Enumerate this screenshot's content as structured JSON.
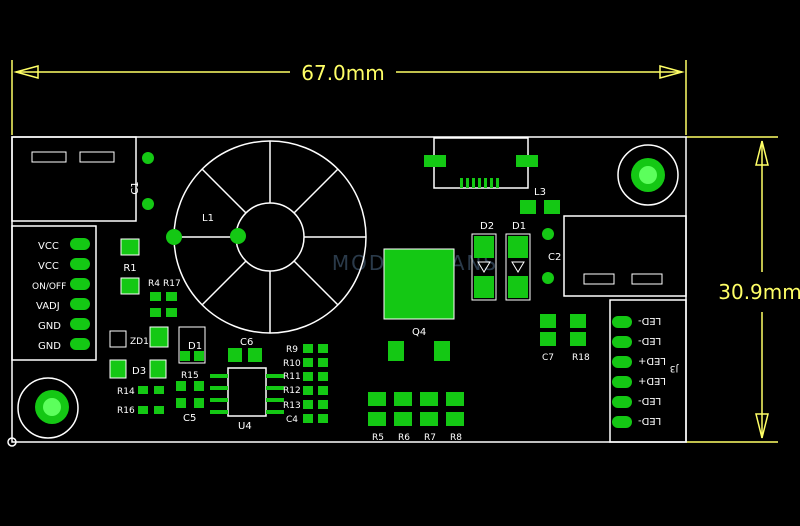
{
  "dimensions": {
    "width": "67.0mm",
    "height": "30.9mm"
  },
  "watermark": "MODULE FANS",
  "left_connector": {
    "pins": [
      "VCC",
      "VCC",
      "ON/OFF",
      "VADJ",
      "GND",
      "GND"
    ]
  },
  "right_connector": {
    "pins": [
      "LED-",
      "LED-",
      "LED+",
      "LED+",
      "LED-",
      "LED-"
    ],
    "label": "J3"
  },
  "refs": {
    "C1": "C1",
    "L1": "L1",
    "R1": "R1",
    "R4": "R4",
    "R17": "R17",
    "ZD1": "ZD1",
    "D1_left": "D1",
    "D3": "D3",
    "R14": "R14",
    "R16": "R16",
    "R15": "R15",
    "C5": "C5",
    "C6": "C6",
    "U4": "U4",
    "R9": "R9",
    "R10": "R10",
    "R11": "R11",
    "R12": "R12",
    "R13": "R13",
    "C4": "C4",
    "Q4": "Q4",
    "R5": "R5",
    "R6": "R6",
    "R7": "R7",
    "R8": "R8",
    "D2": "D2",
    "D1": "D1",
    "L3": "L3",
    "C2": "C2",
    "C7": "C7",
    "R18": "R18"
  },
  "colors": {
    "board_bg": "#000000",
    "outline": "#ffffff",
    "pad": "#14c814",
    "pad_light": "#5cff5c",
    "dimension": "#ffff66"
  }
}
